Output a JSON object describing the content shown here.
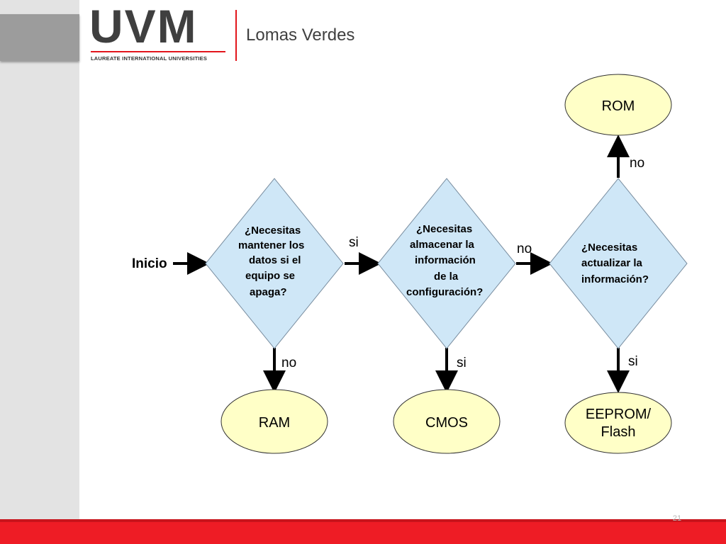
{
  "header": {
    "logo_main": "UVM",
    "logo_tagline": "LAUREATE INTERNATIONAL UNIVERSITIES",
    "campus": "Lomas Verdes"
  },
  "diagram": {
    "start_label": "Inicio",
    "decision1": [
      "¿Necesitas",
      "mantener los",
      "datos si el",
      "equipo se",
      "apaga?"
    ],
    "decision2": [
      "¿Necesitas",
      "almacenar la",
      "información",
      "de la",
      "configuración?"
    ],
    "decision3": [
      "¿Necesitas",
      "actualizar la",
      "información?"
    ],
    "ram": "RAM",
    "cmos": "CMOS",
    "rom": "ROM",
    "eeprom": [
      "EEPROM/",
      "Flash"
    ],
    "edge_d1_d2": "si",
    "edge_d2_d3": "no",
    "edge_d1_ram": "no",
    "edge_d2_cmos": "si",
    "edge_d3_eeprom": "si",
    "edge_d3_rom": "no"
  },
  "colors": {
    "diamond_fill": "#cfe7f7",
    "ellipse_fill": "#ffffc7",
    "accent": "#ee1c25"
  },
  "footer": {
    "page_number": "21"
  }
}
